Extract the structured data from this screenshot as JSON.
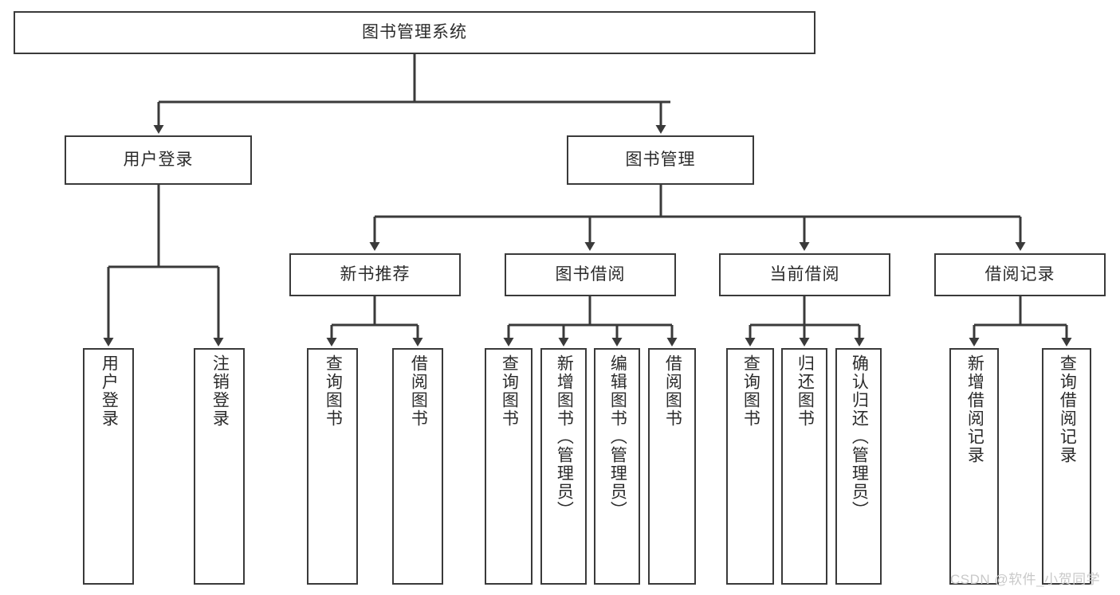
{
  "diagram": {
    "title": "图书管理系统",
    "watermark": "CSDN @软件_小贺同学",
    "colors": {
      "stroke": "#3a3a3a",
      "fill": "#ffffff",
      "text": "#2b2b2b",
      "watermark": "#c9c9c9"
    },
    "levels": {
      "root": {
        "label": "图书管理系统"
      },
      "level2": [
        {
          "label": "用户登录"
        },
        {
          "label": "图书管理"
        }
      ],
      "level3": [
        {
          "label": "新书推荐"
        },
        {
          "label": "图书借阅"
        },
        {
          "label": "当前借阅"
        },
        {
          "label": "借阅记录"
        }
      ],
      "leaves": [
        {
          "label": "用户登录",
          "parent": "用户登录"
        },
        {
          "label": "注销登录",
          "parent": "用户登录"
        },
        {
          "label": "查询图书",
          "parent": "新书推荐"
        },
        {
          "label": "借阅图书",
          "parent": "新书推荐"
        },
        {
          "label": "查询图书",
          "parent": "图书借阅"
        },
        {
          "label": "新增图书（管理员）",
          "parent": "图书借阅"
        },
        {
          "label": "编辑图书（管理员）",
          "parent": "图书借阅"
        },
        {
          "label": "借阅图书",
          "parent": "图书借阅"
        },
        {
          "label": "查询图书",
          "parent": "当前借阅"
        },
        {
          "label": "归还图书",
          "parent": "当前借阅"
        },
        {
          "label": "确认归还（管理员）",
          "parent": "当前借阅"
        },
        {
          "label": "新增借阅记录",
          "parent": "借阅记录"
        },
        {
          "label": "查询借阅记录",
          "parent": "借阅记录"
        }
      ]
    }
  }
}
